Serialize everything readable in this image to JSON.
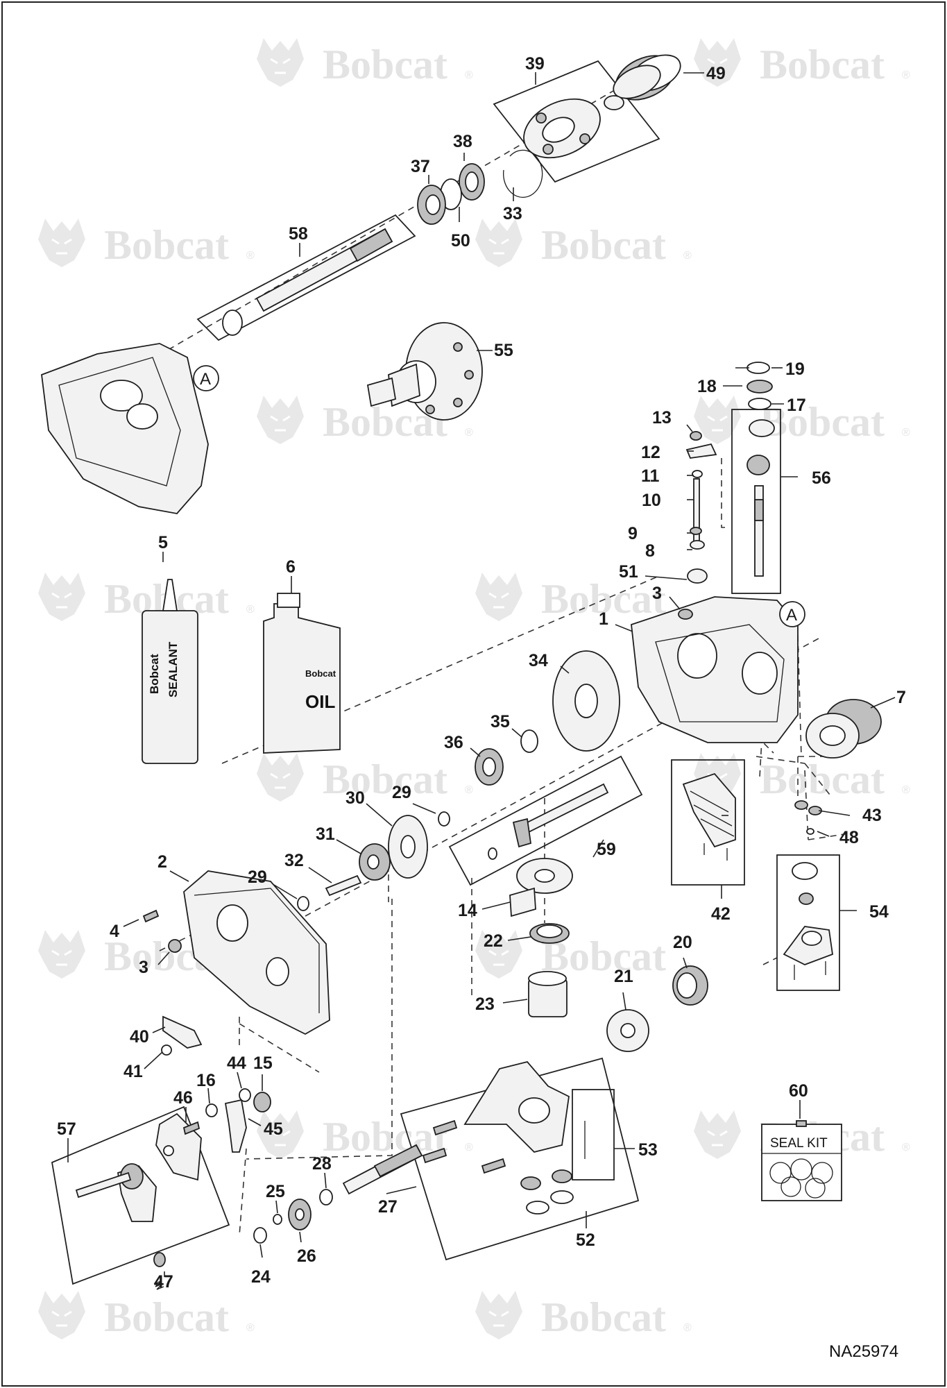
{
  "watermark": {
    "text": "Bobcat",
    "mark": "®"
  },
  "drawing_code": "NA25974",
  "callouts": {
    "a1": "A",
    "a2": "A"
  },
  "products": {
    "oil_brand": "Bobcat",
    "oil_label": "OIL",
    "sealant_brand": "Bobcat",
    "sealant_label": "SEALANT"
  },
  "seal_kit": {
    "label": "SEAL KIT"
  },
  "part_labels": {
    "p1": "1",
    "p2": "2",
    "p3a": "3",
    "p3b": "3",
    "p4": "4",
    "p5": "5",
    "p6": "6",
    "p7": "7",
    "p8": "8",
    "p9": "9",
    "p10": "10",
    "p11": "11",
    "p12": "12",
    "p13": "13",
    "p14": "14",
    "p15": "15",
    "p16": "16",
    "p17": "17",
    "p18": "18",
    "p19": "19",
    "p20": "20",
    "p21": "21",
    "p22": "22",
    "p23": "23",
    "p24": "24",
    "p25": "25",
    "p26": "26",
    "p27": "27",
    "p28": "28",
    "p29a": "29",
    "p29b": "29",
    "p30": "30",
    "p31": "31",
    "p32": "32",
    "p33": "33",
    "p34": "34",
    "p35": "35",
    "p36": "36",
    "p37": "37",
    "p38": "38",
    "p39": "39",
    "p40": "40",
    "p41": "41",
    "p42": "42",
    "p43": "43",
    "p44": "44",
    "p45": "45",
    "p46": "46",
    "p47": "47",
    "p48": "48",
    "p49": "49",
    "p50": "50",
    "p51": "51",
    "p52": "52",
    "p53": "53",
    "p54": "54",
    "p55": "55",
    "p56": "56",
    "p57": "57",
    "p58": "58",
    "p59": "59",
    "p60": "60"
  }
}
